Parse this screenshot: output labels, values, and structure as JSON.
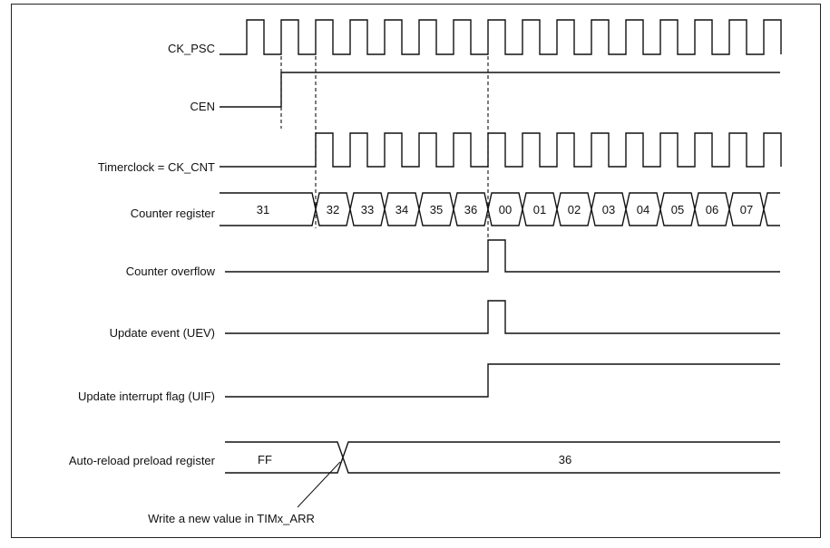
{
  "signals": {
    "ck_psc": "CK_PSC",
    "cen": "CEN",
    "timerclock": "Timerclock = CK_CNT",
    "counter_register": "Counter register",
    "counter_overflow": "Counter overflow",
    "update_event": "Update event (UEV)",
    "uif": "Update interrupt flag (UIF)",
    "arr_preload": "Auto-reload preload register"
  },
  "counter_values": [
    "31",
    "32",
    "33",
    "34",
    "35",
    "36",
    "00",
    "01",
    "02",
    "03",
    "04",
    "05",
    "06",
    "07"
  ],
  "arr_values": [
    "FF",
    "36"
  ],
  "annotation": "Write a new value in TIMx_ARR"
}
